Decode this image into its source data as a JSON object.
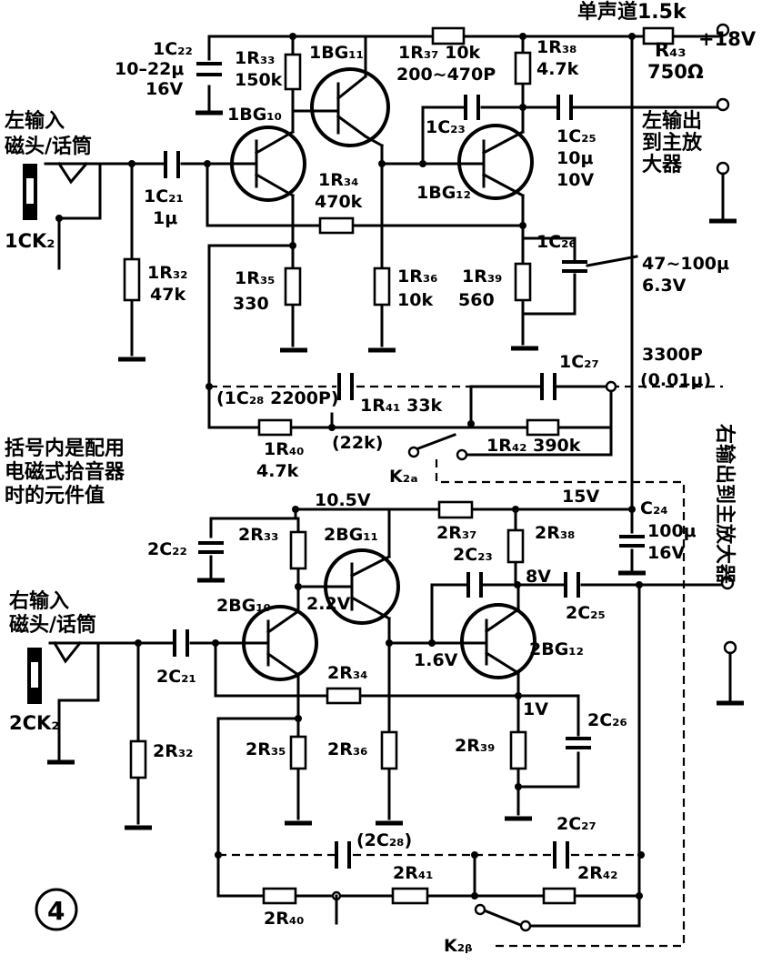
{
  "figure_number": "4",
  "note_lines": [
    "括号内是配用",
    "电磁式拾音器",
    "时的元件值"
  ],
  "left": {
    "input_label_1": "左输入",
    "input_label_2": "磁头/话筒",
    "jack": "1CK₂",
    "C22": "1C₂₂",
    "C22_val1": "10–22μ",
    "C22_val2": "16V",
    "R33": "1R₃₃",
    "R33_val": "150k",
    "BG11": "1BG₁₁",
    "BG10": "1BG₁₀",
    "BG12": "1BG₁₂",
    "R37": "1R₃₇ 10k",
    "C23_val": "200~470P",
    "C23": "1C₂₃",
    "R38": "1R₃₈",
    "R38_val": "4.7k",
    "C21": "1C₂₁",
    "C21_val": "1μ",
    "R34": "1R₃₄",
    "R34_val": "470k",
    "C25": "1C₂₅",
    "C25_val1": "10μ",
    "C25_val2": "10V",
    "R32": "1R₃₂",
    "R32_val": "47k",
    "R35": "1R₃₅",
    "R35_val": "330",
    "R36": "1R₃₆",
    "R36_val": "10k",
    "R39": "1R₃₉",
    "R39_val": "560",
    "C26": "1C₂₆",
    "C26_val1": "47~100μ",
    "C26_val2": "6.3V",
    "C28": "(1C₂₈ 2200P)",
    "R41": "1R₄₁ 33k",
    "C27": "1C₂₇",
    "C27_val1": "3300P",
    "C27_val2": "(0.01μ)",
    "R40": "1R₄₀",
    "R40_val": "4.7k",
    "R41_alt": "(22k)",
    "R42": "1R₄₂  390k",
    "switch": "K₂ₐ",
    "mono_label": "单声道1.5k",
    "R43": "R₄₃",
    "R43_val": "750Ω",
    "supply": "+18V",
    "output": "左输出到主放大器"
  },
  "right": {
    "input_label_1": "右输入",
    "input_label_2": "磁头/话筒",
    "jack": "2CK₂",
    "C22": "2C₂₂",
    "R33": "2R₃₃",
    "BG11": "2BG₁₁",
    "BG10": "2BG₁₀",
    "BG12": "2BG₁₂",
    "v_bus": "10.5V",
    "v_supply": "15V",
    "R37": "2R₃₇",
    "R38": "2R₃₈",
    "C23": "2C₂₃",
    "v_c12": "8V",
    "C24": "C₂₄",
    "C24_val1": "100μ",
    "C24_val2": "16V",
    "C25": "2C₂₅",
    "v_b11": "2.2V",
    "C21": "2C₂₁",
    "R34": "2R₃₄",
    "v_b12": "1.6V",
    "R32": "2R₃₂",
    "R35": "2R₃₅",
    "R36": "2R₃₆",
    "R39": "2R₃₉",
    "v_e12": "1V",
    "C26": "2C₂₆",
    "C28": "(2C₂₈)",
    "C27": "2C₂₇",
    "R41": "2R₄₁",
    "R42": "2R₄₂",
    "R40": "2R₄₀",
    "switch": "K₂ᵦ",
    "output": "右输出到主放大器"
  }
}
